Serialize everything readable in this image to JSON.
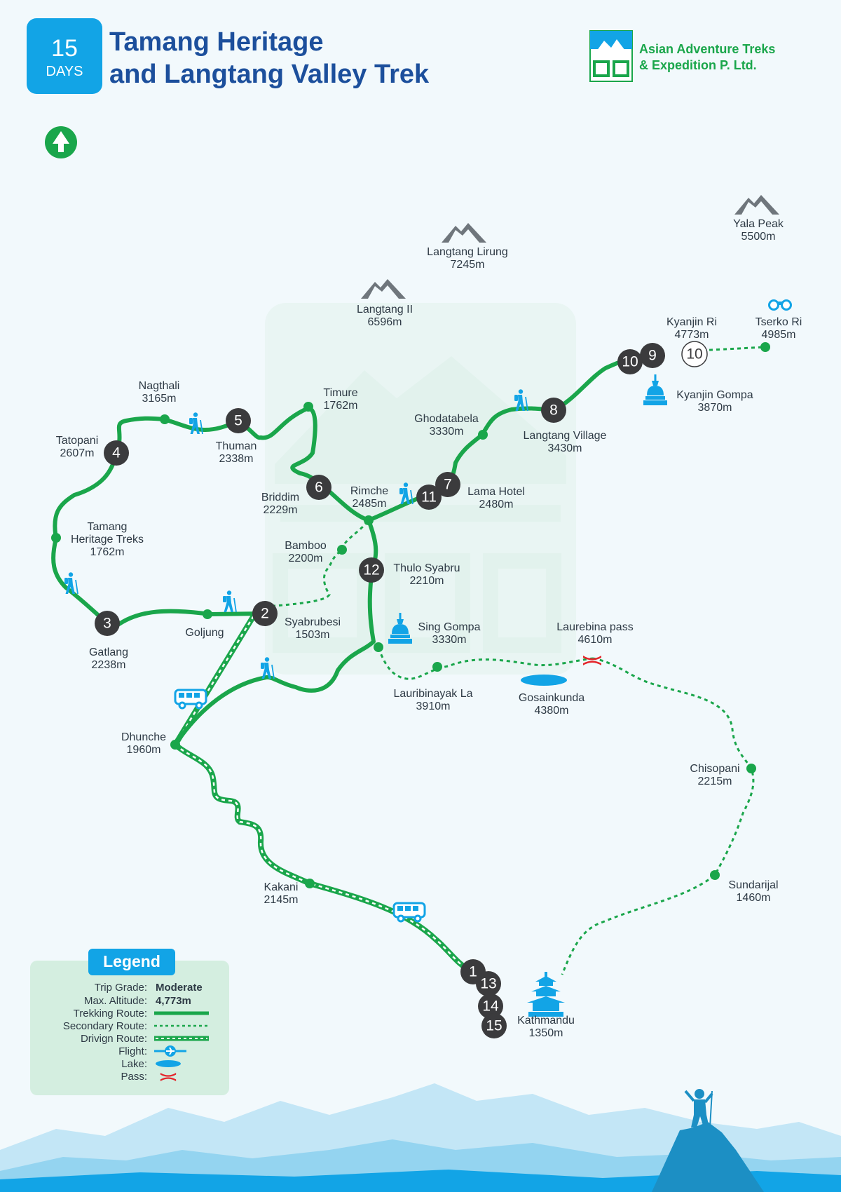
{
  "header": {
    "days_number": "15",
    "days_label": "DAYS",
    "title_line1": "Tamang Heritage",
    "title_line2": "and Langtang Valley Trek"
  },
  "brand": {
    "line1": "Asian Adventure Treks",
    "line2": "& Expedition P. Ltd."
  },
  "colors": {
    "route_green": "#1aa64b",
    "brand_blue": "#12a4e6",
    "title_blue": "#1c4f9c",
    "stop_dark": "#3b3b3d",
    "pass_red": "#e4262c",
    "mountain_gray": "#6f767c",
    "legend_bg": "#d4eee0"
  },
  "icons": {
    "compass": "north-arrow-icon",
    "mountain": "mountain-peak-icon",
    "hiker": "hiker-icon",
    "bus": "bus-icon",
    "stupa": "stupa-icon",
    "binoculars": "binoculars-icon",
    "pagoda": "pagoda-temple-icon",
    "pass": "pass-icon",
    "lake": "lake-icon",
    "flight": "flight-icon",
    "climber": "climber-silhouette-icon"
  },
  "peaks": [
    {
      "name": "Langtang Lirung",
      "alt": "7245m"
    },
    {
      "name": "Yala Peak",
      "alt": "5500m"
    },
    {
      "name": "Langtang II",
      "alt": "6596m"
    }
  ],
  "places": [
    {
      "name": "Kyanjin Ri",
      "alt": "4773m"
    },
    {
      "name": "Tserko Ri",
      "alt": "4985m"
    },
    {
      "name": "Kyanjin Gompa",
      "alt": "3870m"
    },
    {
      "name": "Nagthali",
      "alt": "3165m"
    },
    {
      "name": "Timure",
      "alt": "1762m"
    },
    {
      "name": "Ghodatabela",
      "alt": "3330m"
    },
    {
      "name": "Langtang Village",
      "alt": "3430m"
    },
    {
      "name": "Tatopani",
      "alt": "2607m"
    },
    {
      "name": "Thuman",
      "alt": "2338m"
    },
    {
      "name": "Briddim",
      "alt": "2229m"
    },
    {
      "name": "Rimche",
      "alt": "2485m"
    },
    {
      "name": "Lama Hotel",
      "alt": "2480m"
    },
    {
      "name": "Tamang",
      "name2": "Heritage Treks",
      "alt": "1762m"
    },
    {
      "name": "Bamboo",
      "alt": "2200m"
    },
    {
      "name": "Thulo Syabru",
      "alt": "2210m"
    },
    {
      "name": "Goljung",
      "alt": ""
    },
    {
      "name": "Syabrubesi",
      "alt": "1503m"
    },
    {
      "name": "Sing Gompa",
      "alt": "3330m"
    },
    {
      "name": "Laurebina pass",
      "alt": "4610m"
    },
    {
      "name": "Gatlang",
      "alt": "2238m"
    },
    {
      "name": "Lauribinayak La",
      "alt": "3910m"
    },
    {
      "name": "Gosainkunda",
      "alt": "4380m"
    },
    {
      "name": "Dhunche",
      "alt": "1960m"
    },
    {
      "name": "Chisopani",
      "alt": "2215m"
    },
    {
      "name": "Kakani",
      "alt": "2145m"
    },
    {
      "name": "Sundarijal",
      "alt": "1460m"
    },
    {
      "name": "Kathmandu",
      "alt": "1350m"
    }
  ],
  "day_markers": [
    "1",
    "2",
    "3",
    "4",
    "5",
    "6",
    "7",
    "8",
    "9",
    "10",
    "10",
    "11",
    "12",
    "13",
    "14",
    "15"
  ],
  "legend": {
    "title": "Legend",
    "trip_grade_label": "Trip Grade:",
    "trip_grade_value": "Moderate",
    "max_alt_label": "Max. Altitude:",
    "max_alt_value": "4,773m",
    "trekking_label": "Trekking Route:",
    "secondary_label": "Secondary Route:",
    "driving_label": "Drivign Route:",
    "flight_label": "Flight:",
    "lake_label": "Lake:",
    "pass_label": "Pass:"
  }
}
